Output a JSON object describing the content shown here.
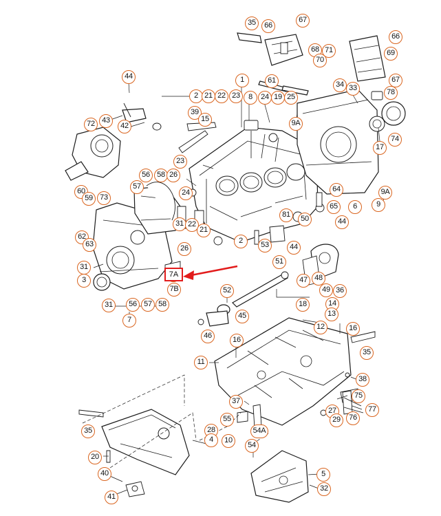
{
  "diagram": {
    "highlighted_callout": "7A",
    "highlight_color": "#e21b1b",
    "callout_border_color": "#d9641e",
    "callouts": [
      "35",
      "66",
      "67",
      "66",
      "68",
      "71",
      "69",
      "70",
      "67",
      "1",
      "61",
      "2",
      "21",
      "22",
      "23",
      "8",
      "24",
      "19",
      "25",
      "34",
      "33",
      "78",
      "44",
      "39",
      "15",
      "72",
      "43",
      "42",
      "9A",
      "17",
      "74",
      "23",
      "56",
      "58",
      "26",
      "57",
      "64",
      "60",
      "59",
      "73",
      "24",
      "9A",
      "9",
      "65",
      "6",
      "81",
      "50",
      "44",
      "62",
      "63",
      "31",
      "22",
      "21",
      "26",
      "2",
      "53",
      "44",
      "51",
      "47",
      "48",
      "49",
      "36",
      "31",
      "3",
      "7A",
      "7B",
      "52",
      "18",
      "14",
      "13",
      "31",
      "56",
      "57",
      "58",
      "7",
      "45",
      "46",
      "12",
      "16",
      "16",
      "35",
      "11",
      "38",
      "37",
      "75",
      "27",
      "77",
      "29",
      "76",
      "55",
      "54A",
      "35",
      "28",
      "4",
      "10",
      "54",
      "20",
      "40",
      "41",
      "5",
      "32"
    ]
  }
}
